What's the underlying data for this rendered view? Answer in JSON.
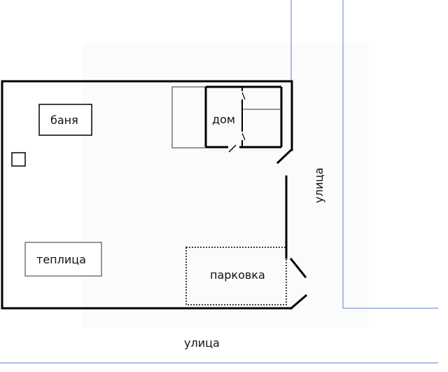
{
  "labels": {
    "banya": "баня",
    "dom": "дом",
    "teplitsa": "теплица",
    "parkovka": "парковка",
    "street_right": "улица",
    "street_bottom": "улица"
  },
  "colors": {
    "road_line": "#5b7fd6",
    "plot_line": "#000000",
    "parking_border": "#000000"
  }
}
